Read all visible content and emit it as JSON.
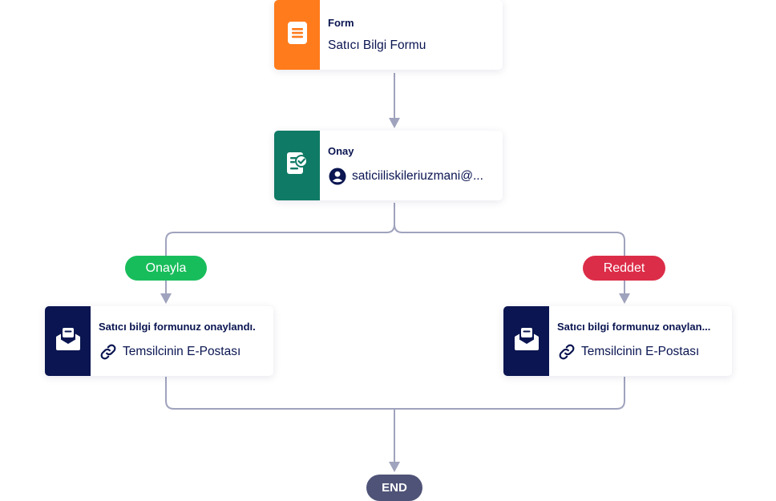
{
  "nodes": {
    "form": {
      "title": "Form",
      "subtitle": "Satıcı Bilgi Formu",
      "icon": "form-icon",
      "color": "#ff7b1c"
    },
    "approval": {
      "title": "Onay",
      "assignee": "saticiiliskileriuzmani@...",
      "icon": "approval-icon",
      "color": "#0f7a65"
    },
    "email_approved": {
      "title": "Satıcı bilgi formunuz onaylandı.",
      "recipient": "Temsilcinin E-Postası",
      "icon": "email-icon",
      "color": "#0a1551"
    },
    "email_rejected": {
      "title": "Satıcı bilgi formunuz onaylan...",
      "recipient": "Temsilcinin E-Postası",
      "icon": "email-icon",
      "color": "#0a1551"
    }
  },
  "branches": {
    "approve": {
      "label": "Onayla",
      "color": "#18bd5b"
    },
    "reject": {
      "label": "Reddet",
      "color": "#dc2d48"
    }
  },
  "end": {
    "label": "END",
    "color": "#4f5377"
  },
  "connector_color": "#a0a3bd"
}
